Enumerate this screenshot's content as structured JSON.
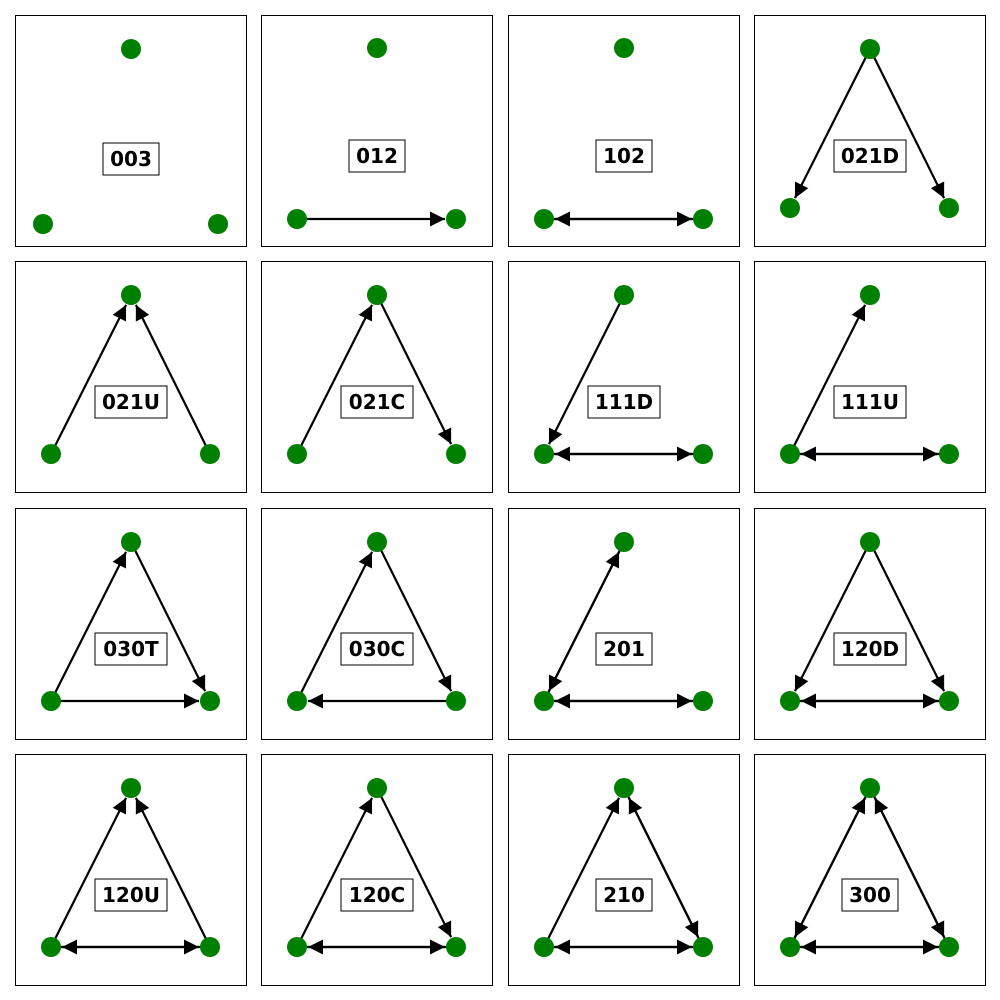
{
  "figure": {
    "background": "#ffffff",
    "node_color": "#008000",
    "edge_color": "#000000",
    "frame_color": "#000000"
  },
  "panels": [
    {
      "label": "003",
      "edges": []
    },
    {
      "label": "012",
      "edges": [
        [
          "A",
          "B"
        ]
      ]
    },
    {
      "label": "102",
      "edges": [
        [
          "A",
          "B"
        ],
        [
          "B",
          "A"
        ]
      ]
    },
    {
      "label": "021D",
      "edges": [
        [
          "T",
          "A"
        ],
        [
          "T",
          "B"
        ]
      ]
    },
    {
      "label": "021U",
      "edges": [
        [
          "A",
          "T"
        ],
        [
          "B",
          "T"
        ]
      ]
    },
    {
      "label": "021C",
      "edges": [
        [
          "A",
          "T"
        ],
        [
          "T",
          "B"
        ]
      ]
    },
    {
      "label": "111D",
      "edges": [
        [
          "A",
          "B"
        ],
        [
          "B",
          "A"
        ],
        [
          "T",
          "A"
        ]
      ]
    },
    {
      "label": "111U",
      "edges": [
        [
          "A",
          "B"
        ],
        [
          "B",
          "A"
        ],
        [
          "A",
          "T"
        ]
      ]
    },
    {
      "label": "030T",
      "edges": [
        [
          "A",
          "B"
        ],
        [
          "A",
          "T"
        ],
        [
          "T",
          "B"
        ]
      ]
    },
    {
      "label": "030C",
      "edges": [
        [
          "B",
          "A"
        ],
        [
          "A",
          "T"
        ],
        [
          "T",
          "B"
        ]
      ]
    },
    {
      "label": "201",
      "edges": [
        [
          "A",
          "B"
        ],
        [
          "B",
          "A"
        ],
        [
          "A",
          "T"
        ],
        [
          "T",
          "A"
        ]
      ]
    },
    {
      "label": "120D",
      "edges": [
        [
          "A",
          "B"
        ],
        [
          "B",
          "A"
        ],
        [
          "T",
          "A"
        ],
        [
          "T",
          "B"
        ]
      ]
    },
    {
      "label": "120U",
      "edges": [
        [
          "A",
          "B"
        ],
        [
          "B",
          "A"
        ],
        [
          "A",
          "T"
        ],
        [
          "B",
          "T"
        ]
      ]
    },
    {
      "label": "120C",
      "edges": [
        [
          "A",
          "B"
        ],
        [
          "B",
          "A"
        ],
        [
          "A",
          "T"
        ],
        [
          "T",
          "B"
        ]
      ]
    },
    {
      "label": "210",
      "edges": [
        [
          "A",
          "B"
        ],
        [
          "B",
          "A"
        ],
        [
          "A",
          "T"
        ],
        [
          "T",
          "B"
        ],
        [
          "B",
          "T"
        ]
      ]
    },
    {
      "label": "300",
      "edges": [
        [
          "A",
          "B"
        ],
        [
          "B",
          "A"
        ],
        [
          "A",
          "T"
        ],
        [
          "T",
          "A"
        ],
        [
          "T",
          "B"
        ],
        [
          "B",
          "T"
        ]
      ]
    }
  ]
}
